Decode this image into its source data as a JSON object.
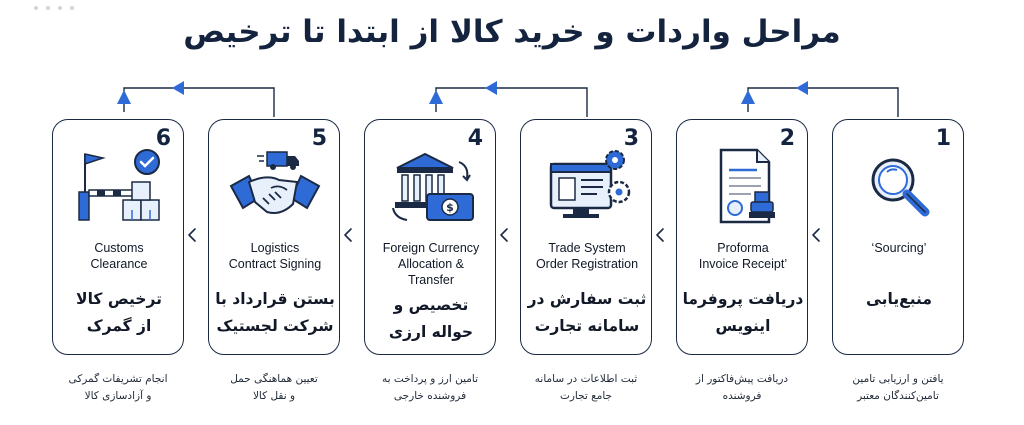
{
  "title": "مراحل واردات و خرید کالا از ابتدا تا ترخیص",
  "steps": [
    {
      "number": "1",
      "en": "‘Sourcing’",
      "fa_l1": "منبع‌یابی",
      "fa_l2": "",
      "desc_l1": "یافتن و ارزیابی تامین",
      "desc_l2": "تامین‌کنندگان معتبر",
      "icon": "magnifier-icon"
    },
    {
      "number": "2",
      "en_l1": "Proforma",
      "en_l2": "Invoice Receipt’",
      "fa_l1": "دریافت پروفرما",
      "fa_l2": "اینویس",
      "desc_l1": "دریافت پیش‌فاکتور از",
      "desc_l2": "فروشنده",
      "icon": "invoice-document-icon"
    },
    {
      "number": "3",
      "en_l1": "Trade System",
      "en_l2": "Order Registration",
      "fa_l1": "ثبت سفارش در",
      "fa_l2": "سامانه تجارت",
      "desc_l1": "ثبت اطلاعات در سامانه",
      "desc_l2": "جامع تجارت",
      "icon": "computer-gears-icon"
    },
    {
      "number": "4",
      "en_l1": "Foreign Currency",
      "en_l2": "Allocation &",
      "en_l3": "Transfer",
      "fa_l1": "تخصیص و",
      "fa_l2": "حواله ارزی",
      "desc_l1": "تامین ارز و پرداخت به",
      "desc_l2": "فروشنده خارجی",
      "icon": "bank-money-icon"
    },
    {
      "number": "5",
      "en_l1": "Logistics",
      "en_l2": "Contract Signing",
      "fa_l1": "بستن قرارداد با",
      "fa_l2": "شرکت لجستیک",
      "desc_l1": "تعیین هماهنگی حمل",
      "desc_l2": "و نقل کالا",
      "icon": "handshake-truck-icon"
    },
    {
      "number": "6",
      "en_l1": "Customs",
      "en_l2": "Clearance",
      "fa_l1": "ترخیص کالا",
      "fa_l2": "از گمرک",
      "desc_l1": "انجام تشریفات گمرکی",
      "desc_l2": "و آزادسازی کالا",
      "icon": "customs-barrier-icon"
    }
  ],
  "colors": {
    "accent": "#2f6bd6",
    "dark": "#14243f",
    "light": "#e8f0fc"
  }
}
